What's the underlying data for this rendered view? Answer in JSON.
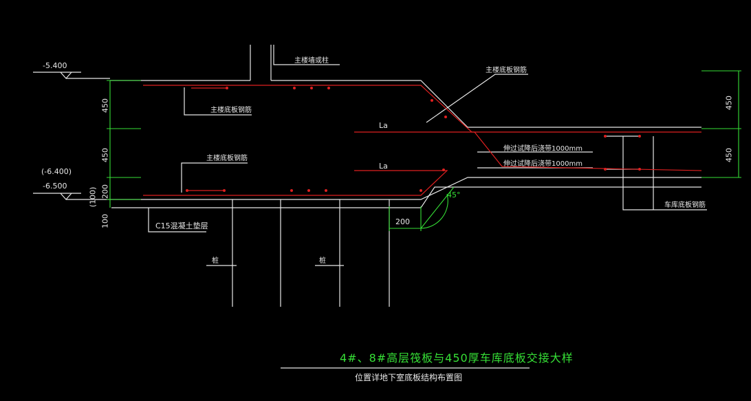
{
  "elevations": {
    "top": "-5.400",
    "bottom_paren": "(-6.400)",
    "bottom": "-6.500"
  },
  "labels": {
    "main_wall_column": "主楼墙或柱",
    "main_bottom_rebar_right": "主楼底板钢筋",
    "main_bottom_rebar_top": "主楼底板钢筋",
    "main_bottom_rebar_mid": "主楼底板钢筋",
    "la_top": "La",
    "la_bottom": "La",
    "anchor_note_top": "伸过试降后浇带1000mm",
    "anchor_note_bottom": "伸过试降后浇带1000mm",
    "garage_rebar": "车库底板钢筋",
    "c15_cushion": "C15混凝土垫层",
    "pile_1": "桩",
    "pile_2": "桩",
    "angle": "45°"
  },
  "dimensions": {
    "left_450_top": "450",
    "left_450_bottom": "450",
    "left_200": "200",
    "left_100_paren": "(100)",
    "left_100": "100",
    "bottom_200": "200",
    "right_450_top": "450",
    "right_450_bottom": "450"
  },
  "caption": {
    "title": "4#、8#高层筏板与450厚车库底板交接大样",
    "subtitle": "位置详地下室底板结构布置图"
  },
  "colors": {
    "background": "#000000",
    "line": "#e8e8e8",
    "rebar": "#e02020",
    "dimension": "#36e036"
  }
}
